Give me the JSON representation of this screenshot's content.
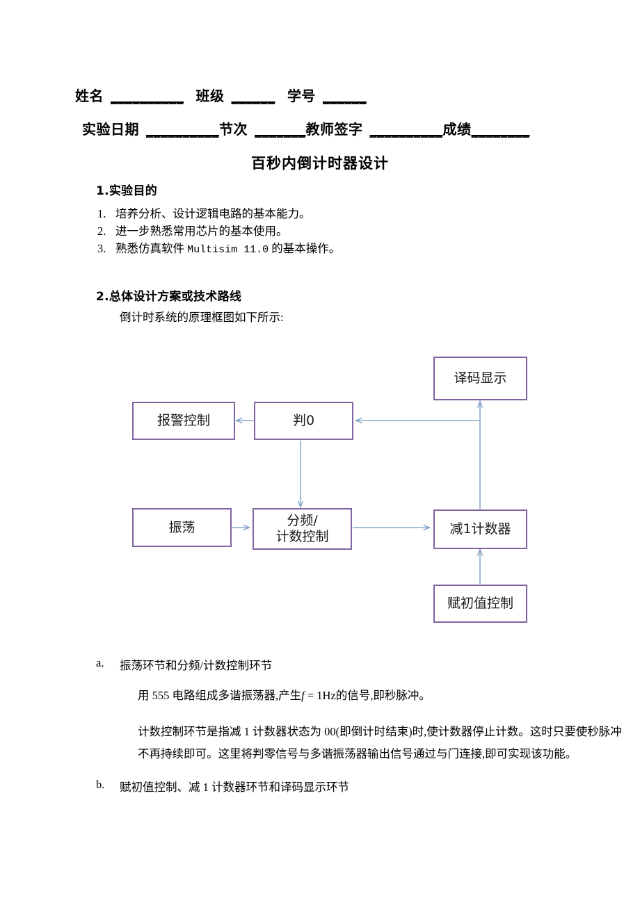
{
  "form": {
    "line1": [
      {
        "label": "姓名",
        "blank": "__________"
      },
      {
        "label": "班级",
        "blank": "______"
      },
      {
        "label": "学号",
        "blank": "______"
      }
    ],
    "line2": [
      {
        "label": "实验日期",
        "blank": "__________"
      },
      {
        "label": "节次",
        "blank": "_______"
      },
      {
        "label": "教师签字",
        "blank": "__________"
      },
      {
        "label": "成绩",
        "blank": "________"
      }
    ]
  },
  "title": "百秒内倒计时器设计",
  "sections": {
    "one": {
      "heading": "1.实验目的",
      "items": [
        {
          "num": "1.",
          "text_before": "培养分析、设计逻辑电路的基本能力。",
          "mono": "",
          "text_after": ""
        },
        {
          "num": "2.",
          "text_before": "进一步熟悉常用芯片的基本使用。",
          "mono": "",
          "text_after": ""
        },
        {
          "num": "3.",
          "text_before": "熟悉仿真软件 ",
          "mono": "Multisim 11.0",
          "text_after": " 的基本操作。"
        }
      ]
    },
    "two": {
      "heading": "2.总体设计方案或技术路线",
      "intro": "倒计时系统的原理框图如下所示:"
    }
  },
  "diagram": {
    "box_border_color": "#8064A2",
    "arrow_color": "#8AA8C8",
    "boxes": [
      {
        "id": "decode-display",
        "label": "译码显示"
      },
      {
        "id": "alarm-control",
        "label": "报警控制"
      },
      {
        "id": "zero-detect",
        "label": "判0"
      },
      {
        "id": "oscillator",
        "label": "振荡"
      },
      {
        "id": "divider-count-control",
        "label": "分频/\n计数控制"
      },
      {
        "id": "down-counter",
        "label": "减1计数器"
      },
      {
        "id": "preset-control",
        "label": "赋初值控制"
      }
    ]
  },
  "tail": {
    "item_a": {
      "marker": "a.",
      "heading": "振荡环节和分频/计数控制环节",
      "para1_pre": "用 555 电路组成多谐振荡器,产生",
      "para1_f": "f",
      "para1_eq": " = 1Hz",
      "para1_post": "的信号,即秒脉冲。",
      "para2": "计数控制环节是指减 1 计数器状态为 00(即倒计时结束)时,使计数器停止计数。这时只要使秒脉冲不再持续即可。这里将判零信号与多谐振荡器输出信号通过与门连接,即可实现该功能。"
    },
    "item_b": {
      "marker": "b.",
      "heading": "赋初值控制、减 1 计数器环节和译码显示环节"
    }
  }
}
